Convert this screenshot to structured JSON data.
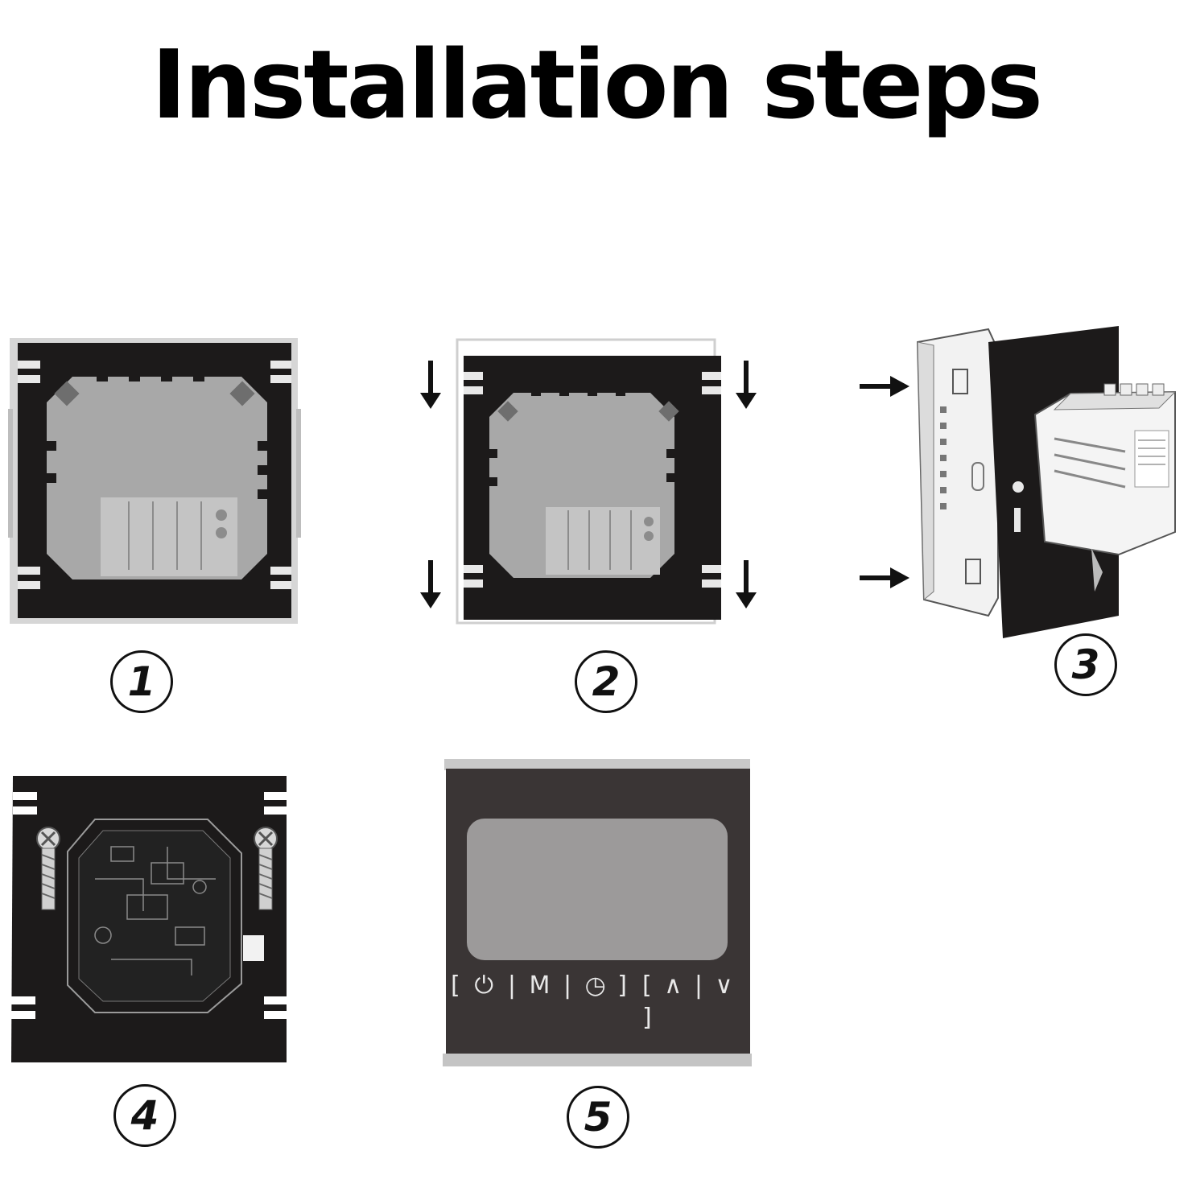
{
  "title": "Installation steps",
  "steps": [
    {
      "number": "1"
    },
    {
      "number": "2"
    },
    {
      "number": "3"
    },
    {
      "number": "4"
    },
    {
      "number": "5"
    }
  ],
  "panel": {
    "buttons_left": [
      "⏻",
      "M",
      "◷"
    ],
    "buttons_right": [
      "∧",
      "∨"
    ]
  },
  "colors": {
    "plate": "#1c1a1a",
    "module": "#a8a8a8",
    "module_light": "#c4c4c4",
    "screen": "#9c9a9a",
    "panel": "#3a3535"
  }
}
